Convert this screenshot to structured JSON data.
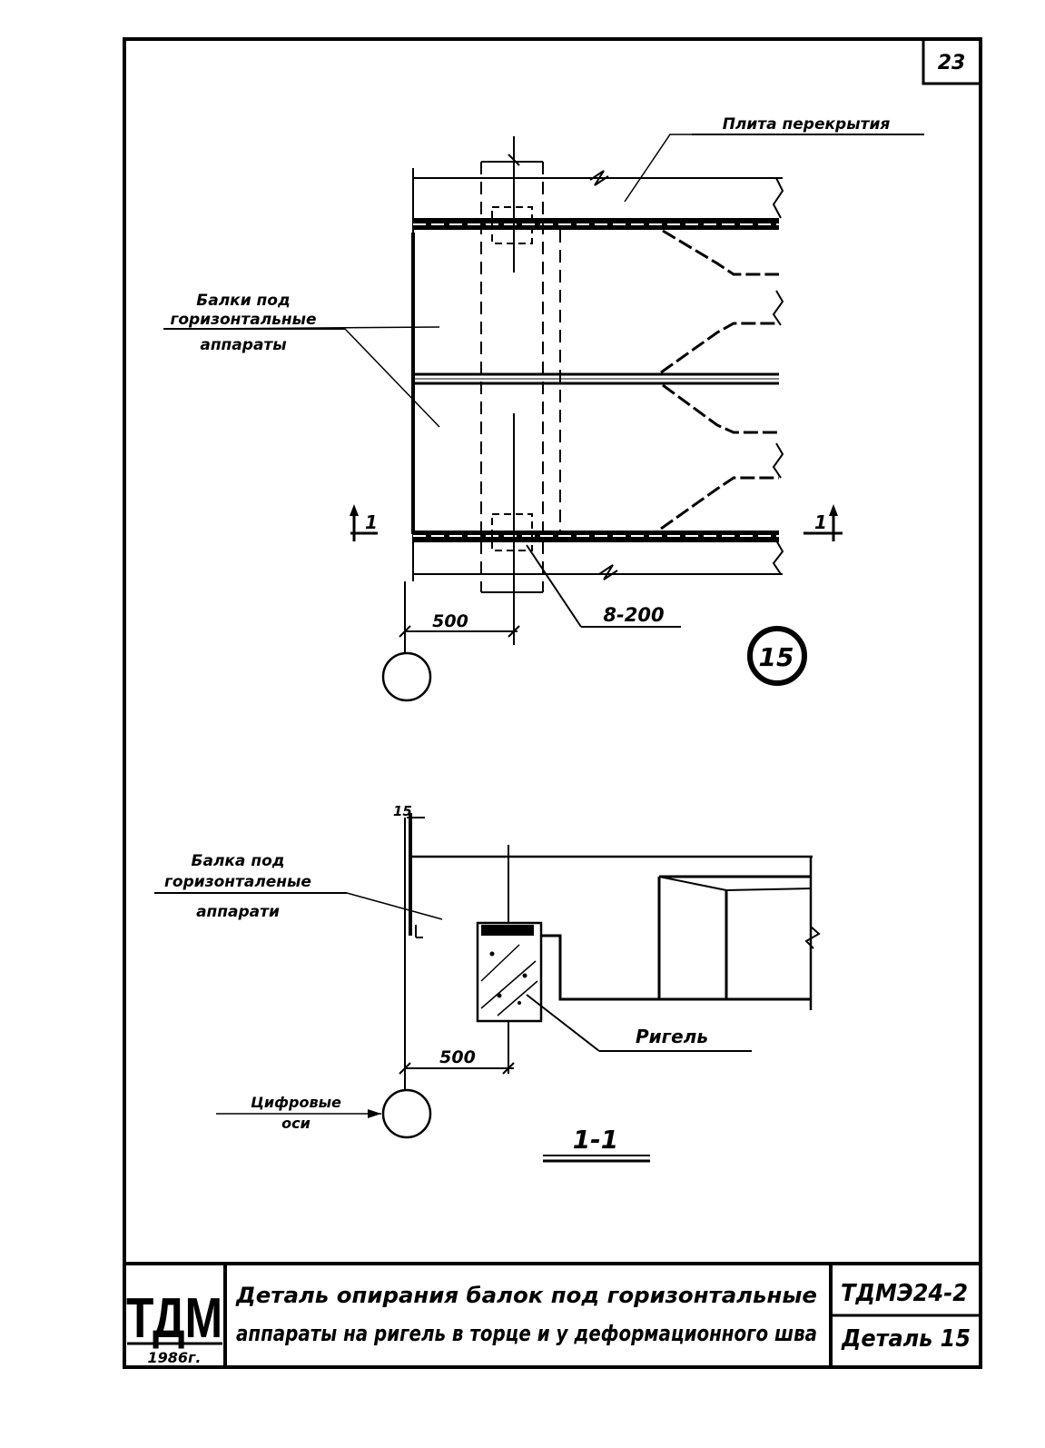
{
  "sheet_number": "23",
  "colors": {
    "ink": "#000000",
    "paper": "#ffffff"
  },
  "plan": {
    "label_slab": "Плита перекрытия",
    "label_beams": [
      "Балки под",
      "горизонтальные",
      "аппараты"
    ],
    "dim_500": "500",
    "rebar_label": "8-200",
    "section_mark": "1",
    "detail_number": "15"
  },
  "section": {
    "dim_15": "15",
    "label_beam": [
      "Балка под",
      "горизонталеные",
      "аппарати"
    ],
    "label_girder": "Ригель",
    "dim_500": "500",
    "label_axes": [
      "Цифровые",
      "оси"
    ],
    "title": "1-1"
  },
  "title_block": {
    "logo": "ТДМ",
    "year": "1986г.",
    "description_line1": "Деталь опирания балок под горизонтальные",
    "description_line2": "аппараты на ригель в торце и у деформационного шва",
    "code": "ТДМЭ24-2",
    "detail": "Деталь 15"
  }
}
